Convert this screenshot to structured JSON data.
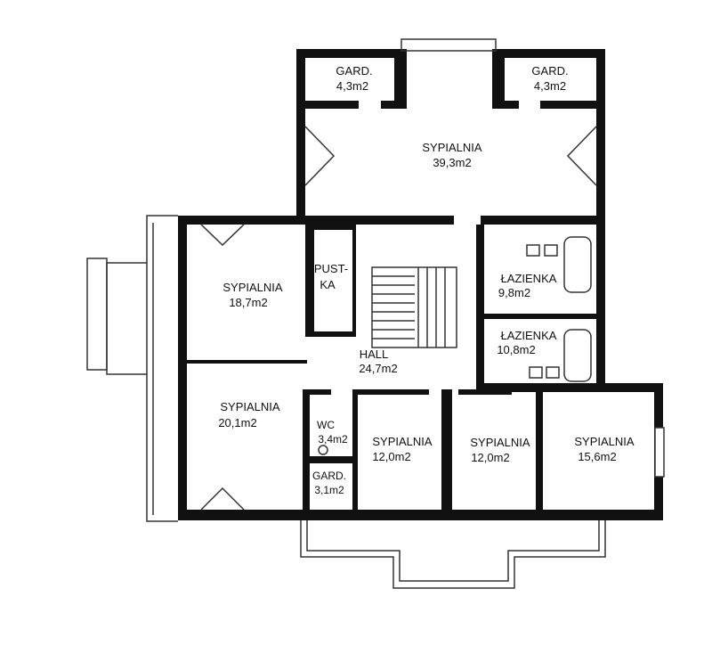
{
  "plan": {
    "colors": {
      "wall": "#111111",
      "line": "#333333",
      "background": "#ffffff"
    },
    "rooms": {
      "gard_left": {
        "name": "GARD.",
        "area": "4,3m2"
      },
      "gard_right": {
        "name": "GARD.",
        "area": "4,3m2"
      },
      "sypialnia_top": {
        "name": "SYPIALNIA",
        "area": "39,3m2"
      },
      "pustka": {
        "name_line1": "PUST-",
        "name_line2": "KA"
      },
      "lazienka_1": {
        "name": "ŁAZIENKA",
        "area": "9,8m2"
      },
      "lazienka_2": {
        "name": "ŁAZIENKA",
        "area": "10,8m2"
      },
      "sypialnia_187": {
        "name": "SYPIALNIA",
        "area": "18,7m2"
      },
      "sypialnia_201": {
        "name": "SYPIALNIA",
        "area": "20,1m2"
      },
      "hall": {
        "name": "HALL",
        "area": "24,7m2"
      },
      "wc": {
        "name": "WC",
        "area": "3,4m2"
      },
      "gard_small": {
        "name": "GARD.",
        "area": "3,1m2"
      },
      "sypialnia_120a": {
        "name": "SYPIALNIA",
        "area": "12,0m2"
      },
      "sypialnia_120b": {
        "name": "SYPIALNIA",
        "area": "12,0m2"
      },
      "sypialnia_156": {
        "name": "SYPIALNIA",
        "area": "15,6m2"
      }
    }
  }
}
